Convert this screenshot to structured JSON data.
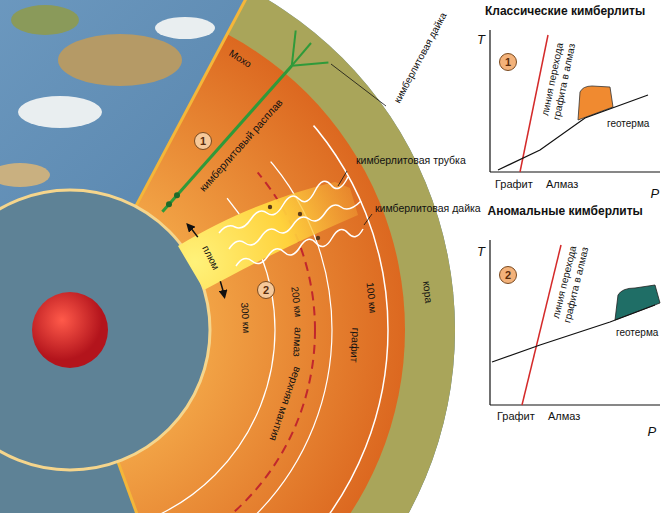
{
  "diagram": {
    "nodes": [
      {
        "text": [
          "1"
        ]
      },
      {
        "text": [
          "2"
        ]
      },
      {
        "text": [
          "1"
        ]
      },
      {
        "text": [
          "2"
        ]
      }
    ],
    "labels": [
      "Классические кимберлиты",
      "T",
      "линия перехода графита в алмаз",
      "геотерма",
      "Графит",
      "Алмаз",
      "P",
      "Аномальные кимберлиты",
      "T",
      "линия перехода графита в алмаз",
      "геотерма",
      "Графит",
      "Алмаз",
      "P",
      "кимберлитовая дайка",
      "Мохо",
      "кимберлитовый расплав",
      "кимберлитовая трубка",
      "кимберлитовая дайка",
      "плюм",
      "300 км",
      "200 км",
      "100 км",
      "графит",
      "алмаз",
      "верхняя мантия",
      "кора"
    ]
  }
}
